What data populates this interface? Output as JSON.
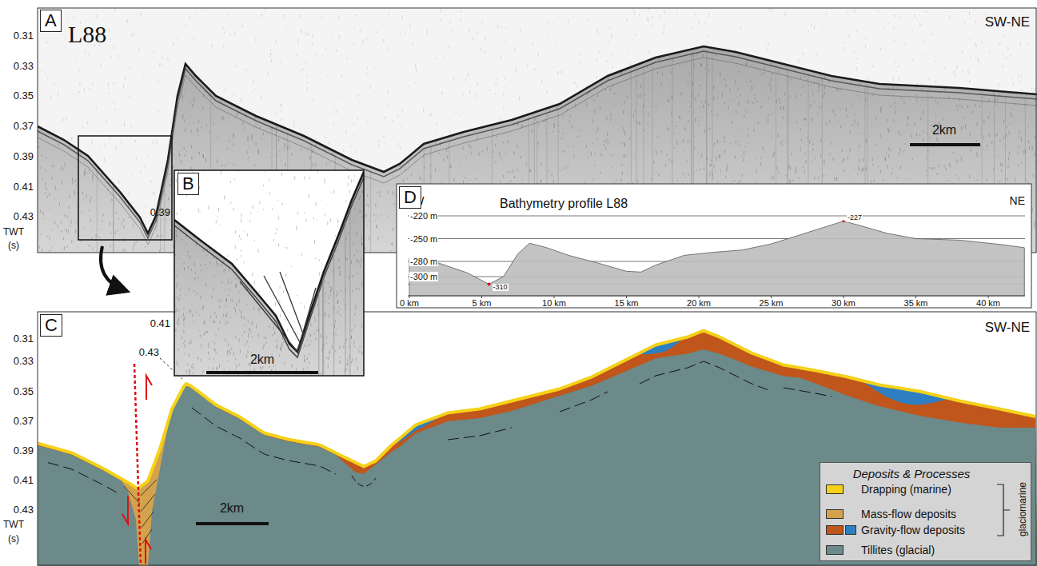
{
  "diagram": {
    "nodes": [
      {
        "text": [
          "A"
        ]
      },
      {
        "text": [
          "B"
        ]
      },
      {
        "text": [
          "D"
        ]
      },
      {
        "text": [
          "C"
        ]
      }
    ],
    "labels": [
      "L88",
      "SW-NE",
      "0.31",
      "0.33",
      "0.35",
      "0.37",
      "0.39",
      "0.41",
      "0.43",
      "TWT",
      "(s)",
      "2km",
      "0.39",
      "0.41",
      "0.43",
      "2km",
      "SW",
      "NE",
      "Bathymetry profile L88",
      "-220 m",
      "-250 m",
      "-280 m",
      "-300 m",
      "-310",
      "-227",
      "0 km",
      "5 km",
      "10 km",
      "15 km",
      "20 km",
      "25 km",
      "30 km",
      "35 km",
      "40 km",
      "SW-NE",
      "0.31",
      "0.33",
      "0.35",
      "0.37",
      "0.39",
      "0.41",
      "0.43",
      "TWT",
      "(s)",
      "2km",
      "Deposits & Processes",
      "glaciomarine"
    ],
    "legend": [
      {
        "text": "Drapping (marine)",
        "color": "#f5d21a"
      },
      {
        "text": "Mass-flow deposits",
        "color": "#d4a24c"
      },
      {
        "text": "Gravity-flow deposits",
        "color": "#c0561b"
      },
      {
        "text": "Tillites (glacial)",
        "color": "#6b8a89"
      }
    ]
  }
}
